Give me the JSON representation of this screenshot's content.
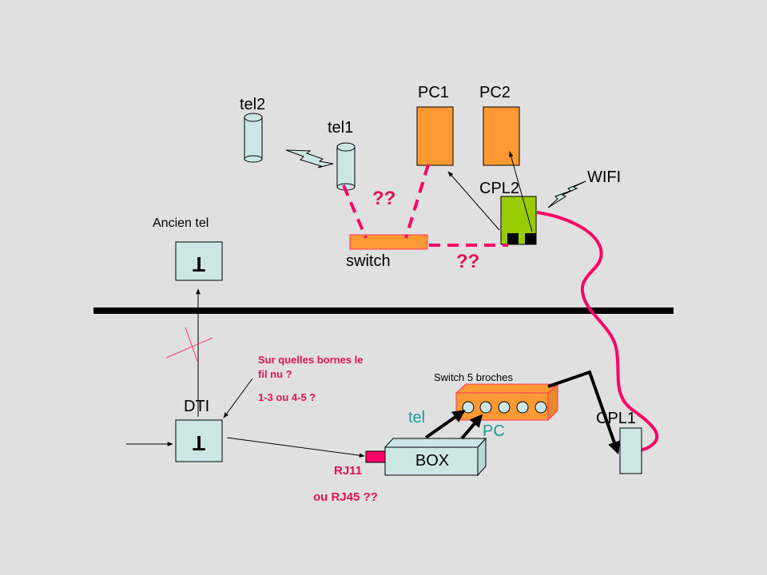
{
  "labels": {
    "tel2": "tel2",
    "tel1": "tel1",
    "pc1": "PC1",
    "pc2": "PC2",
    "cpl2": "CPL2",
    "wifi": "WIFI",
    "switch": "switch",
    "ancien_tel": "Ancien tel",
    "dti": "DTI",
    "box": "BOX",
    "cpl1": "CPL1",
    "switch5": "Switch 5 broches",
    "port_tel": "tel",
    "port_pc": "PC",
    "rj11": "RJ11",
    "rj45": "ou RJ45 ??",
    "question_line1": "Sur quelles bornes le",
    "question_line2": "fil nu ?",
    "question_line3": "1-3 ou 4-5 ?",
    "qq_switch": "??",
    "qq_cpl": "??",
    "socket_glyph": "T"
  },
  "colors": {
    "background": "#e0e0e0",
    "orange": "#ff9933",
    "light_blue": "#cce6e6",
    "green": "#99cc00",
    "pink": "#ff0066",
    "teal_text": "#1a9a9a"
  }
}
